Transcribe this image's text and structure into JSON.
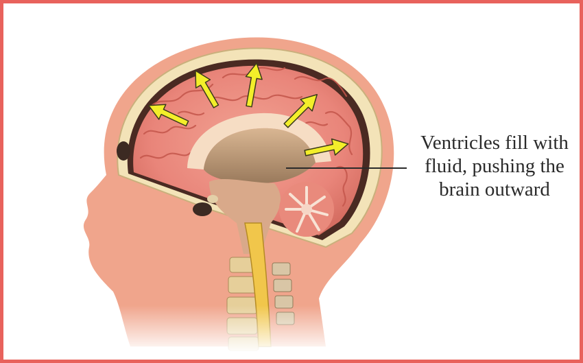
{
  "caption": {
    "lines": [
      "Ventricles fill with",
      "fluid, pushing the",
      "brain outward"
    ]
  },
  "colors": {
    "frame_border": "#e8625c",
    "skin": "#f0a58c",
    "brain_tissue": "#e9897a",
    "ventricle_fluid": "#b89a7a",
    "arrow_fill": "#f3ee2a",
    "spinal_cord": "#f1c64b"
  },
  "icons": [
    "pressure-arrow-icon"
  ]
}
